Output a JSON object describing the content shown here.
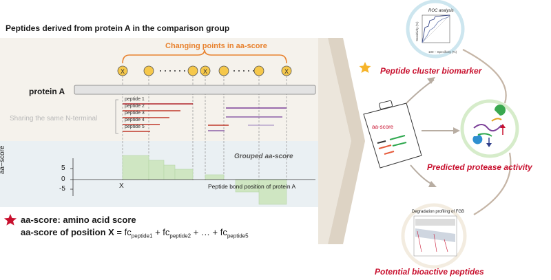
{
  "title": "Peptides derived from protein A in the comparison group",
  "changing_points_label": "Changing points in aa-score",
  "protein_label": "protein A",
  "sharing_label": "Sharing the same N-terminal",
  "peptides": [
    "peptide 1",
    "peptide 2",
    "peptide 3",
    "peptide 4",
    "peptide 5"
  ],
  "grouped_label": "Grouped aa-score",
  "y_axis_label": "aa−score",
  "y_ticks": [
    "5",
    "0",
    "-5"
  ],
  "x_marker": "X",
  "x_axis_label": "Peptide bond position of protein A",
  "marker_x": "X",
  "definition": {
    "line1": "aa-score: amino acid score",
    "line2_prefix": "aa-score of position ",
    "line2_var": "X",
    "line2_eq": " = fc",
    "sub1": "peptide1",
    "plus1": " + fc",
    "sub2": "peptide2",
    "plus2": " + … + fc",
    "sub5": "peptide5"
  },
  "clipboard_label": "aa-score",
  "outputs": {
    "biomarker": "Peptide cluster biomarker",
    "protease": "Predicted protease activity",
    "bioactive": "Potential bioactive peptides"
  },
  "roc": {
    "title": "ROC analysis",
    "y_label": "Sensitivity (%)",
    "x_label": "100 − Specificity (%)"
  },
  "degradation_title": "Degradation profiling of FGB",
  "colors": {
    "accent_orange": "#e8822f",
    "output_red": "#c8102e",
    "peptide_red": "#b0232a",
    "peptide_purple": "#8b5fa8",
    "bar_green": "#cfe6c2"
  }
}
